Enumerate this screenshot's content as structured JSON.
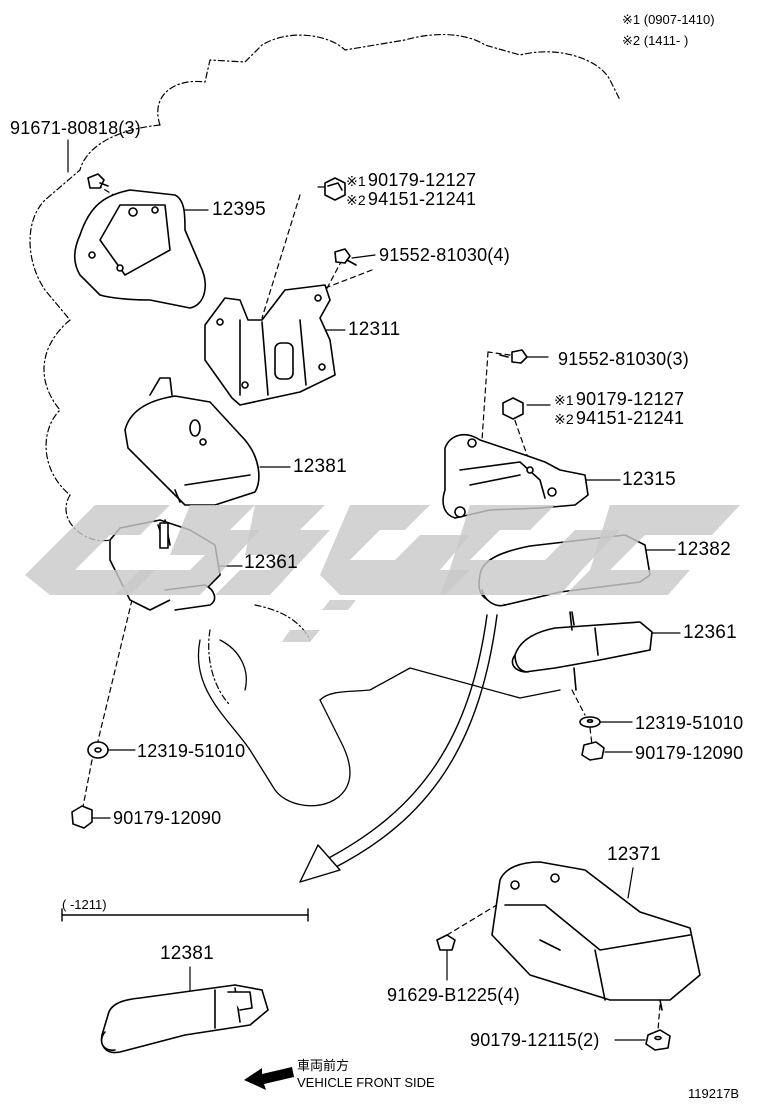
{
  "notes": {
    "variant1": "※1 (0907-1410)",
    "variant2": "※2 (1411-       )"
  },
  "parts": {
    "bolt_tl": "91671-80818(3)",
    "p12395": "12395",
    "nut_a_ref1": "※1",
    "nut_a_num1": "90179-12127",
    "nut_a_ref2": "※2",
    "nut_a_num2": "94151-21241",
    "bolt_b": "91552-81030(4)",
    "p12311": "12311",
    "bolt_c": "91552-81030(3)",
    "nut_d_ref1": "※1",
    "nut_d_num1": "90179-12127",
    "nut_d_ref2": "※2",
    "nut_d_num2": "94151-21241",
    "p12381_top": "12381",
    "p12315": "12315",
    "p12361_left": "12361",
    "p12382": "12382",
    "p12361_right": "12361",
    "washer_right": "12319-51010",
    "nut_right": "90179-12090",
    "washer_left": "12319-51010",
    "nut_left": "90179-12090",
    "p12371": "12371",
    "bolt_e": "91629-B1225(4)",
    "nut_e": "90179-12115(2)",
    "p12381_bottom": "12381"
  },
  "range_label": "(     -1211)",
  "front": {
    "jp": "車両前方",
    "en": "VEHICLE FRONT SIDE"
  },
  "diagram_id": "119217B",
  "colors": {
    "line": "#000000",
    "watermark": "#c9c9c9",
    "background": "#ffffff"
  }
}
